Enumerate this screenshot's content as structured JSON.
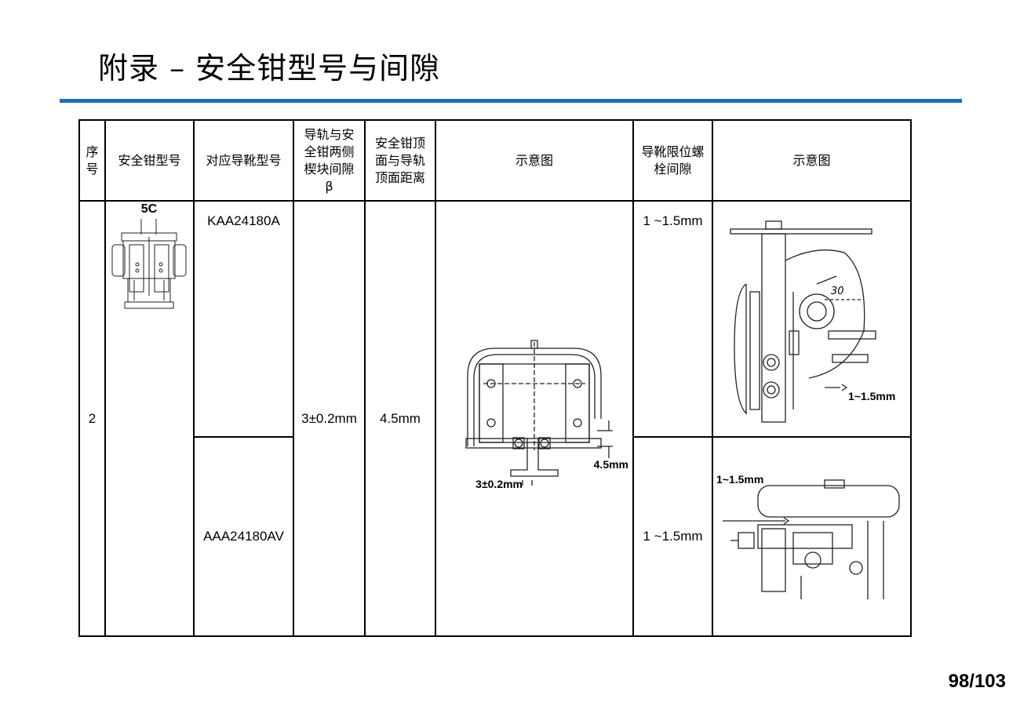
{
  "slide": {
    "title": "附录 – 安全钳型号与间隙",
    "page_number": "98/103",
    "accent_color": "#1f6fb4"
  },
  "table": {
    "headers": {
      "index": "序号",
      "clamp_model": "安全钳型号",
      "guide_shoe_model": "对应导靴型号",
      "wedge_gap": "导轨与安全钳两侧楔块间隙β",
      "top_distance": "安全钳顶面与导轨顶面距离",
      "diagram": "示意图",
      "limit_bolt_gap": "导靴限位螺栓间隙",
      "diagram2": "示意图"
    },
    "row": {
      "index": "2",
      "clamp_label": "5C",
      "wedge_gap": "3±0.2mm",
      "top_distance": "4.5mm",
      "diagram_labels": {
        "distance": "4.5mm",
        "gap": "3±0.2mm"
      },
      "sub_rows": [
        {
          "guide_shoe_model": "KAA24180A",
          "limit_bolt_gap": "1 ~1.5mm",
          "diagram_label": "1~1.5mm",
          "diagram_label_secondary": "30"
        },
        {
          "guide_shoe_model": "AAA24180AV",
          "limit_bolt_gap": "1 ~1.5mm",
          "diagram_label": "1~1.5mm"
        }
      ]
    }
  }
}
